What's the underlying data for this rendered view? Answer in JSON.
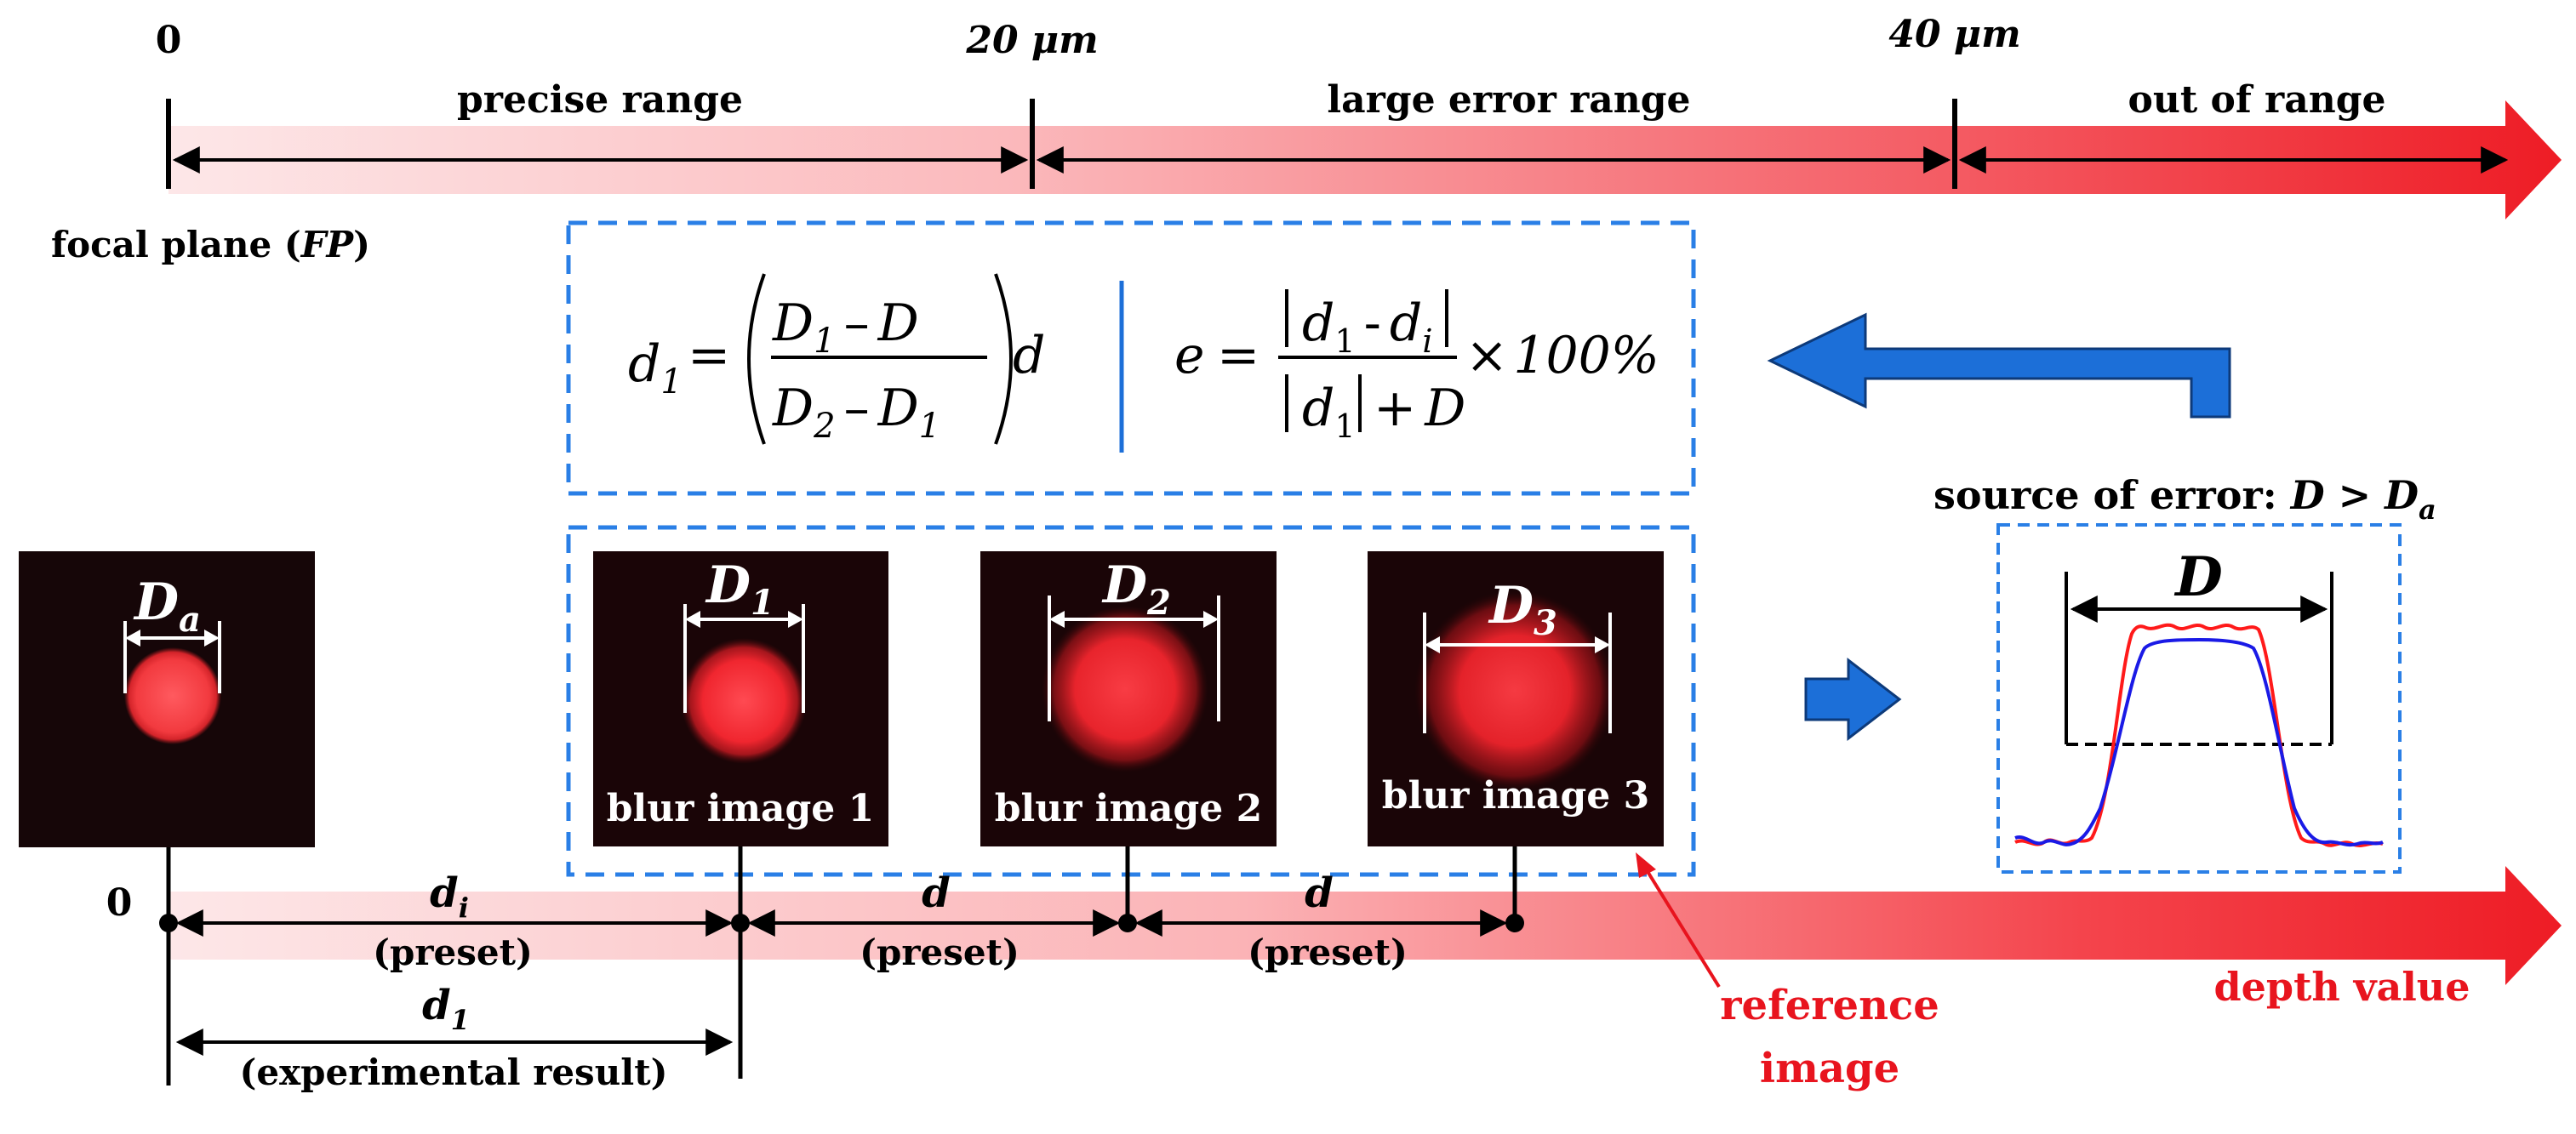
{
  "top_scale": {
    "tick_start": "0",
    "tick_mid_value": "20",
    "tick_end_value": "40",
    "tick_unit": "μm",
    "range_precise": "precise range",
    "range_large_error": "large error range",
    "range_out": "out of range",
    "focal_plane_text": "focal plane (",
    "focal_plane_abbr": "FP",
    "focal_plane_close": ")"
  },
  "formulas": {
    "d1_lhs_main": "d",
    "d1_lhs_sub": "1",
    "equals": "=",
    "num_D": "D",
    "num_sub1": "1",
    "minus": "–",
    "num_D2": "D",
    "den_D": "D",
    "den_sub2": "2",
    "den_minus": "–",
    "den_D1": "D",
    "den_sub1": "1",
    "factor_d": "d",
    "e_lhs": "e",
    "e_num_d1": "d",
    "e_num_sub1": "1",
    "e_num_minus": "-",
    "e_num_di": "d",
    "e_num_subi": "i",
    "e_den_d1": "d",
    "e_den_sub1": "1",
    "e_den_plus": "+",
    "e_den_D": "D",
    "times": "×",
    "percent": "100%"
  },
  "images": {
    "focal_label_main": "D",
    "focal_label_sub": "a",
    "blur1_label_main": "D",
    "blur1_label_sub": "1",
    "blur1_caption": "blur image 1",
    "blur2_label_main": "D",
    "blur2_label_sub": "2",
    "blur2_caption": "blur image 2",
    "blur3_label_main": "D",
    "blur3_label_sub": "3",
    "blur3_caption": "blur image 3"
  },
  "error_source": {
    "title": "source of error: ",
    "title_D": "D",
    "title_gt": " > ",
    "title_Da": "D",
    "title_Da_sub": "a",
    "profile_label": "D"
  },
  "bottom_scale": {
    "tick_zero": "0",
    "di_main": "d",
    "di_sub": "i",
    "di_note": "(preset)",
    "d_step1": "d",
    "d_step1_note": "(preset)",
    "d_step2": "d",
    "d_step2_note": "(preset)",
    "d1_main": "d",
    "d1_sub": "1",
    "d1_note": "(experimental result)",
    "reference_line1": "reference",
    "reference_line2": "image",
    "depth_value": "depth value"
  },
  "colors": {
    "arrow_red": "#ee1c25",
    "accent_blue": "#1c6fd8",
    "dash_blue": "#2a7fe6",
    "profile_red": "#ff1a1a",
    "profile_blue": "#1a1ae6",
    "label_red": "#e8141e"
  }
}
